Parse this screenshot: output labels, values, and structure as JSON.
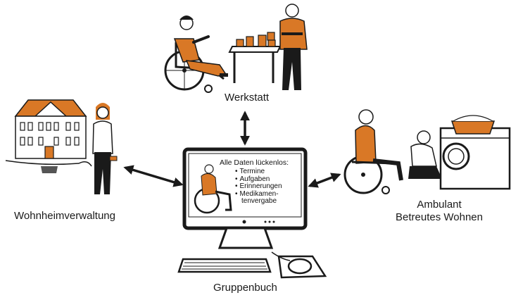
{
  "labels": {
    "workshop": "Werkstatt",
    "home_admin": "Wohnheimverwaltung",
    "ambulant_line1": "Ambulant",
    "ambulant_line2": "Betreutes Wohnen",
    "group_book": "Gruppenbuch"
  },
  "screen": {
    "title": "Alle Daten lückenlos:",
    "items": [
      "Termine",
      "Aufgaben",
      "Erinnerungen",
      "Medikamen-",
      "tenvergabe"
    ]
  },
  "colors": {
    "accent": "#d97826",
    "ink": "#1a1a1a",
    "background": "#ffffff"
  },
  "icons": [
    "worker-in-wheelchair-icon",
    "workshop-table-icon",
    "blocks-icon",
    "workshop-instructor-icon",
    "residential-building-icon",
    "caregiver-with-phone-icon",
    "computer-monitor-icon",
    "keyboard-icon",
    "mouse-icon",
    "person-in-wheelchair-icon",
    "kneeling-helper-icon",
    "washing-machine-icon",
    "laundry-basket-icon",
    "bidirectional-arrow-icon"
  ]
}
